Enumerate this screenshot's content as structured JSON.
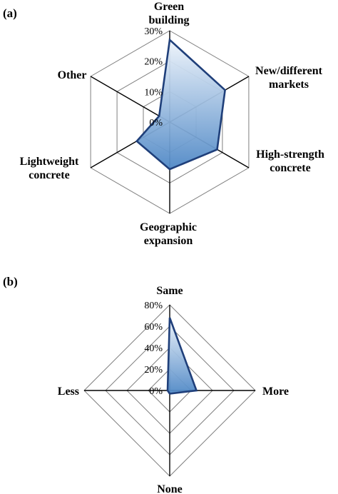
{
  "chart_data": [
    {
      "type": "radar",
      "panel_label": "(a)",
      "axes": [
        "Green building",
        "New/different markets",
        "High-strength concrete",
        "Geographic expansion",
        "Lightweight concrete",
        "Other"
      ],
      "axis_label_lines": [
        [
          "Green",
          "building"
        ],
        [
          "New/different",
          "markets"
        ],
        [
          "High-strength",
          "concrete"
        ],
        [
          "Geographic",
          "expansion"
        ],
        [
          "Lightweight",
          "concrete"
        ],
        [
          "Other"
        ]
      ],
      "values": [
        0.27,
        0.21,
        0.18,
        0.155,
        0.125,
        0.04
      ],
      "ticks": [
        0,
        0.1,
        0.2,
        0.3
      ],
      "tick_labels": [
        "0%",
        "10%",
        "20%",
        "30%"
      ],
      "range": [
        0,
        0.3
      ],
      "grid": true
    },
    {
      "type": "radar",
      "panel_label": "(b)",
      "axes": [
        "Same",
        "More",
        "None",
        "Less"
      ],
      "axis_label_lines": [
        [
          "Same"
        ],
        [
          "More"
        ],
        [
          "None"
        ],
        [
          "Less"
        ]
      ],
      "values": [
        0.68,
        0.25,
        0.03,
        0.02
      ],
      "ticks": [
        0,
        0.2,
        0.4,
        0.6,
        0.8
      ],
      "tick_labels": [
        "0%",
        "20%",
        "40%",
        "60%",
        "80%"
      ],
      "range": [
        0,
        0.8
      ],
      "grid": true
    }
  ],
  "colors": {
    "fill_light": "#eef4fb",
    "fill_dark": "#4f88c6",
    "series_line": "#1f3f7a",
    "grid": "#7f7f7f",
    "spoke": "#000000"
  }
}
